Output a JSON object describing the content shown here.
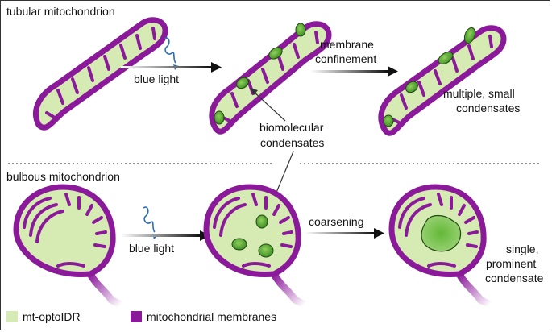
{
  "sections": {
    "top_title": "tubular mitochondrion",
    "bottom_title": "bulbous mitochondrion"
  },
  "steps": {
    "blue_light_top": "blue light",
    "blue_light_bottom": "blue light",
    "membrane_line1": "membrane",
    "membrane_line2": "confinement",
    "coarsening": "coarsening"
  },
  "results": {
    "multiple_line1": "multiple, small",
    "multiple_line2": "condensates",
    "single_line1": "single,",
    "single_line2": "prominent",
    "single_line3": "condensate"
  },
  "callout": {
    "line1": "biomolecular",
    "line2": "condensates"
  },
  "legend": {
    "matrix_label": "mt-optoIDR",
    "membrane_label": "mitochondrial membranes"
  },
  "colors": {
    "membrane": "#8b1a9a",
    "matrix": "#d6ebb4",
    "condensate": "#5aa532",
    "light_wave": "#2d6db5",
    "divider": "#555555"
  },
  "icons": [
    "blue-light-wave-icon",
    "arrow-right-icon",
    "callout-pointer-icon"
  ]
}
